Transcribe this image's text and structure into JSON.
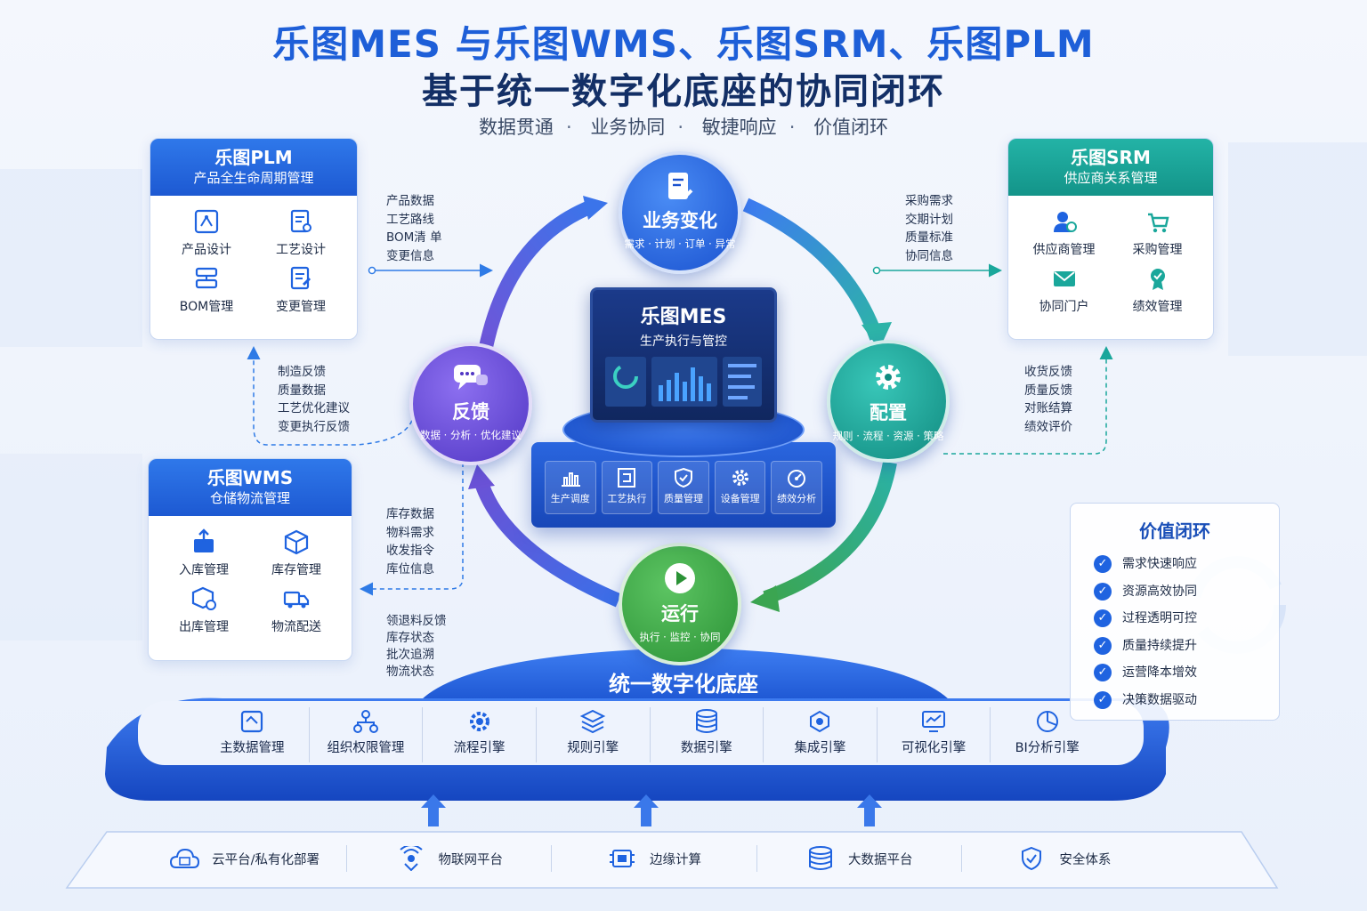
{
  "title": {
    "line1": "乐图MES 与乐图WMS、乐图SRM、乐图PLM",
    "line2": "基于统一数字化底座的协同闭环",
    "tags": [
      "数据贯通",
      "业务协同",
      "敏捷响应",
      "价值闭环"
    ]
  },
  "plm": {
    "title": "乐图PLM",
    "subtitle": "产品全生命周期管理",
    "items": [
      {
        "label": "产品设计",
        "icon": "product-design-icon"
      },
      {
        "label": "工艺设计",
        "icon": "process-design-icon"
      },
      {
        "label": "BOM管理",
        "icon": "bom-icon"
      },
      {
        "label": "变更管理",
        "icon": "change-icon"
      }
    ]
  },
  "srm": {
    "title": "乐图SRM",
    "subtitle": "供应商关系管理",
    "items": [
      {
        "label": "供应商管理",
        "icon": "supplier-icon"
      },
      {
        "label": "采购管理",
        "icon": "cart-icon"
      },
      {
        "label": "协同门户",
        "icon": "mail-icon"
      },
      {
        "label": "绩效管理",
        "icon": "medal-icon"
      }
    ]
  },
  "wms": {
    "title": "乐图WMS",
    "subtitle": "仓储物流管理",
    "items": [
      {
        "label": "入库管理",
        "icon": "inbound-icon"
      },
      {
        "label": "库存管理",
        "icon": "inventory-icon"
      },
      {
        "label": "出库管理",
        "icon": "outbound-icon"
      },
      {
        "label": "物流配送",
        "icon": "truck-icon"
      }
    ]
  },
  "flows": {
    "plm_to_mes": [
      "产品数据",
      "工艺路线",
      "BOM清 单",
      "变更信息"
    ],
    "mes_to_plm": [
      "制造反馈",
      "质量数据",
      "工艺优化建议",
      "变更执行反馈"
    ],
    "srm_to_mes": [
      "采购需求",
      "交期计划",
      "质量标准",
      "协同信息"
    ],
    "mes_to_srm": [
      "收货反馈",
      "质量反馈",
      "对账结算",
      "绩效评价"
    ],
    "wms_to_mes": [
      "库存数据",
      "物料需求",
      "收发指令",
      "库位信息"
    ],
    "mes_to_wms": [
      "领退料反馈",
      "库存状态",
      "批次追溯",
      "物流状态"
    ]
  },
  "nodes": {
    "change": {
      "title": "业务变化",
      "sub": "需求 · 计划 · 订单 · 异常"
    },
    "config": {
      "title": "配置",
      "sub": "规则 · 流程 · 资源 · 策略"
    },
    "run": {
      "title": "运行",
      "sub": "执行 · 监控 · 协同"
    },
    "feedback": {
      "title": "反馈",
      "sub": "数据 · 分析 · 优化建议"
    }
  },
  "mes": {
    "title": "乐图MES",
    "subtitle": "生产执行与管控",
    "modules": [
      {
        "label": "生产调度",
        "icon": "chart-icon"
      },
      {
        "label": "工艺执行",
        "icon": "process-icon"
      },
      {
        "label": "质量管理",
        "icon": "shield-icon"
      },
      {
        "label": "设备管理",
        "icon": "gear-icon"
      },
      {
        "label": "绩效分析",
        "icon": "gauge-icon"
      }
    ]
  },
  "value": {
    "title": "价值闭环",
    "items": [
      "需求快速响应",
      "资源高效协同",
      "过程透明可控",
      "质量持续提升",
      "运营降本增效",
      "决策数据驱动"
    ]
  },
  "platform": {
    "title": "统一数字化底座",
    "engines": [
      {
        "label": "主数据管理",
        "icon": "master-data-icon"
      },
      {
        "label": "组织权限管理",
        "icon": "org-icon"
      },
      {
        "label": "流程引擎",
        "icon": "flow-icon"
      },
      {
        "label": "规则引擎",
        "icon": "rule-icon"
      },
      {
        "label": "数据引擎",
        "icon": "database-icon"
      },
      {
        "label": "集成引擎",
        "icon": "integration-icon"
      },
      {
        "label": "可视化引擎",
        "icon": "monitor-icon"
      },
      {
        "label": "BI分析引擎",
        "icon": "pie-icon"
      }
    ]
  },
  "infra": [
    {
      "label": "云平台/私有化部署",
      "icon": "cloud-icon"
    },
    {
      "label": "物联网平台",
      "icon": "iot-icon"
    },
    {
      "label": "边缘计算",
      "icon": "chip-icon"
    },
    {
      "label": "大数据平台",
      "icon": "bigdata-icon"
    },
    {
      "label": "安全体系",
      "icon": "security-icon"
    }
  ],
  "colors": {
    "primary": "#1e5fd8",
    "teal": "#139489",
    "green": "#3aa34a",
    "purple": "#6d4fd6",
    "navy": "#132f66"
  }
}
